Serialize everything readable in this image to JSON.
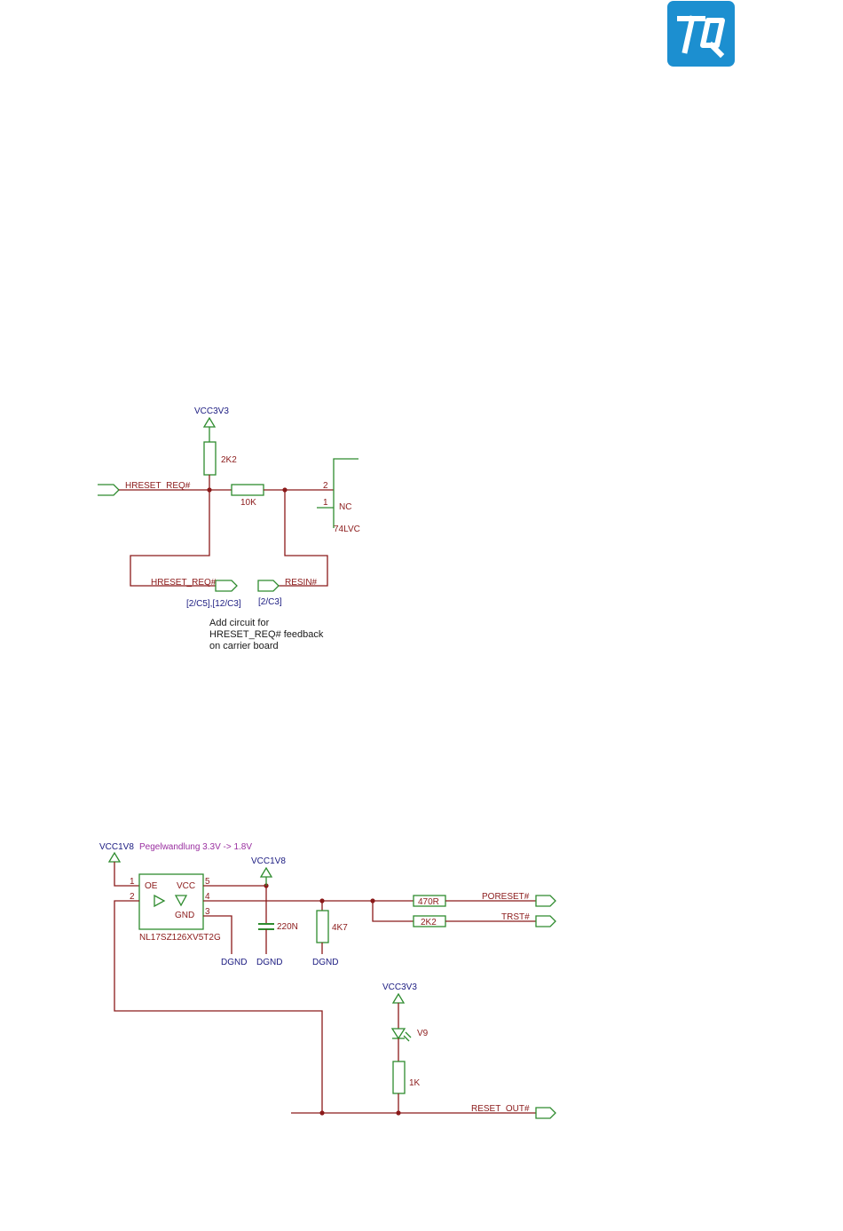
{
  "logo": {
    "text": "TQ",
    "bg_color": "#1c8fd0"
  },
  "colors": {
    "wire": "#8b1a1a",
    "component": "#2e8b2e",
    "power_label": "#1a1a80",
    "annotation": "#9a2fa0"
  },
  "schematic1": {
    "power": "VCC3V3",
    "r_pullup": "2K2",
    "r_series": "10K",
    "net_in": "HRESET_REQ#",
    "net_out": "HRESET_REQ#",
    "net_resin": "RESIN#",
    "pin2": "2",
    "pin1": "1",
    "nc": "NC",
    "ic": "74LVC",
    "ref_out": "[2/C5],[12/C3]",
    "ref_resin": "[2/C3]",
    "note": [
      "Add circuit for",
      "HRESET_REQ# feedback",
      "on carrier board"
    ]
  },
  "schematic2": {
    "power_vcc1v8_left": "VCC1V8",
    "annotation": "Pegelwandlung 3.3V -> 1.8V",
    "power_vcc1v8_mid": "VCC1V8",
    "ic_pins": {
      "oe": "OE",
      "vcc": "VCC",
      "gnd": "GND",
      "p1": "1",
      "p2": "2",
      "p3": "3",
      "p4": "4",
      "p5": "5"
    },
    "ic_name": "NL17SZ126XV5T2G",
    "cap": "220N",
    "r_pulldown": "4K7",
    "grounds": [
      "DGND",
      "DGND",
      "DGND"
    ],
    "r_poreset": "470R",
    "r_trst": "2K2",
    "net_poreset": "PORESET#",
    "net_trst": "TRST#",
    "power_vcc3v3": "VCC3V3",
    "led": "V9",
    "r_led": "1K",
    "net_reset_out": "RESET_OUT#"
  }
}
